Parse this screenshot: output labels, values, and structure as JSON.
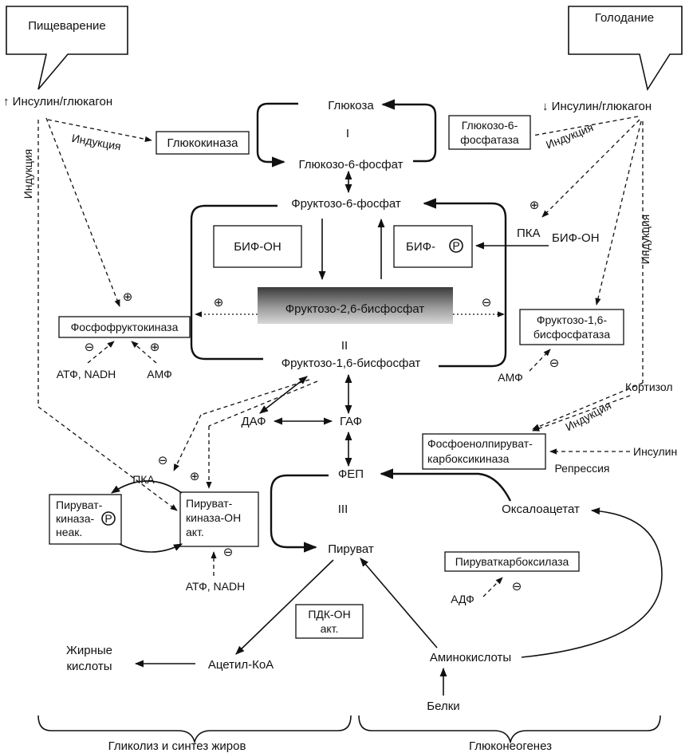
{
  "callouts": {
    "digestion": "Пищеварение",
    "fasting": "Голодание"
  },
  "hormones": {
    "left": "↑ Инсулин/глюкагон",
    "right": "↓ Инсулин/глюкагон"
  },
  "labels": {
    "induction": "Индукция",
    "repression": "Репрессия",
    "pka": "ПКА",
    "plus": "⊕",
    "minus": "⊖",
    "cycle1": "I",
    "cycle2": "II",
    "cycle3": "III"
  },
  "metabolites": {
    "glucose": "Глюкоза",
    "g6p": "Глюкозо-6-фосфат",
    "f6p": "Фруктозо-6-фосфат",
    "f26bp": "Фруктозо-2,6-бисфосфат",
    "f16bp": "Фруктозо-1,6-бисфосфат",
    "dap": "ДАФ",
    "gap": "ГАФ",
    "pep": "ФЕП",
    "oxaloacetate": "Оксалоацетат",
    "pyruvate": "Пируват",
    "acetyl_coa": "Ацетил-КоА",
    "fatty_acids": [
      "Жирные",
      "кислоты"
    ],
    "amino_acids": "Аминокислоты",
    "proteins": "Белки",
    "atp_nadh": "АТФ, NADH",
    "amp": "АМФ",
    "adp": "АДФ",
    "cortisol": "Кортизол",
    "insulin": "Инсулин"
  },
  "enzymes": {
    "glucokinase": "Глюкокиназа",
    "g6pase": [
      "Глюкозо-6-",
      "фосфатаза"
    ],
    "bif_oh": "БИФ-ОН",
    "bif_p": "БИФ-",
    "bif_oh_right": "БИФ-ОН",
    "pfk": "Фосфофруктокиназа",
    "fbpase": [
      "Фруктозо-1,6-",
      "бисфосфатаза"
    ],
    "pepck": [
      "Фосфоенолпируват-",
      "карбоксикиназа"
    ],
    "pk_inactive": [
      "Пируват-",
      "киназа-",
      "неак."
    ],
    "pk_active": [
      "Пируват-",
      "киназа-ОН",
      "акт."
    ],
    "pyruvate_carboxylase": "Пируваткарбоксилаза",
    "pdh": [
      "ПДК-ОН",
      "акт."
    ]
  },
  "brackets": {
    "left": "Гликолиз и синтез жиров",
    "right": "Глюконеогенез"
  }
}
